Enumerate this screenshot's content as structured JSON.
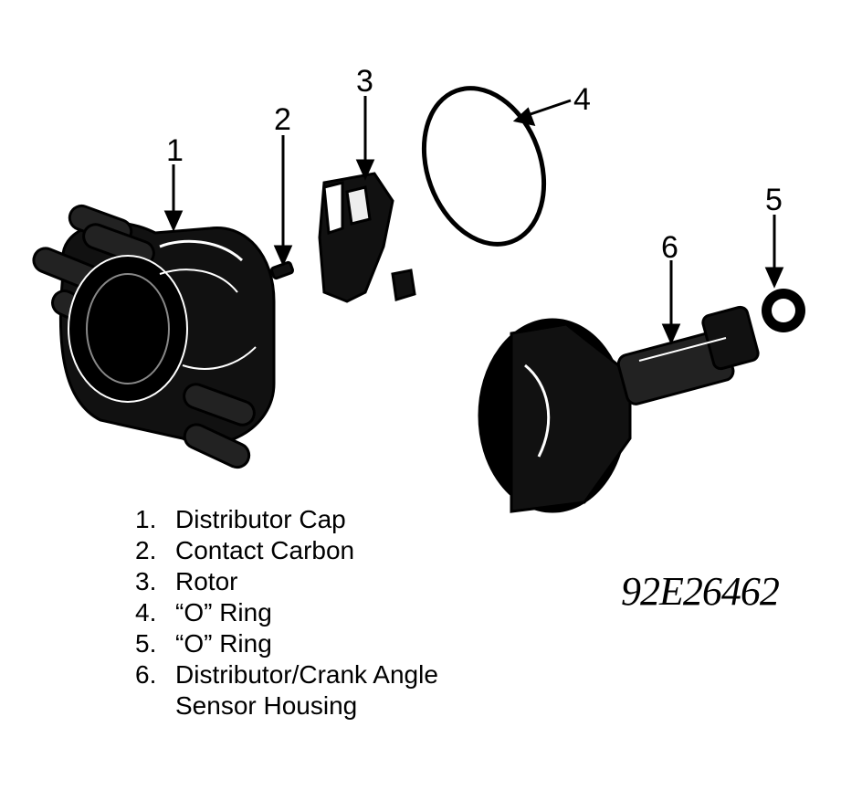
{
  "callouts": [
    "1",
    "2",
    "3",
    "4",
    "5",
    "6"
  ],
  "legend": [
    {
      "num": "1.",
      "text": "Distributor Cap"
    },
    {
      "num": "2.",
      "text": "Contact Carbon"
    },
    {
      "num": "3.",
      "text": "Rotor"
    },
    {
      "num": "4.",
      "text": "“O” Ring"
    },
    {
      "num": "5.",
      "text": "“O” Ring"
    },
    {
      "num": "6.",
      "text": "Distributor/Crank Angle",
      "text2": "Sensor Housing"
    }
  ],
  "figure_code": "92E26462"
}
